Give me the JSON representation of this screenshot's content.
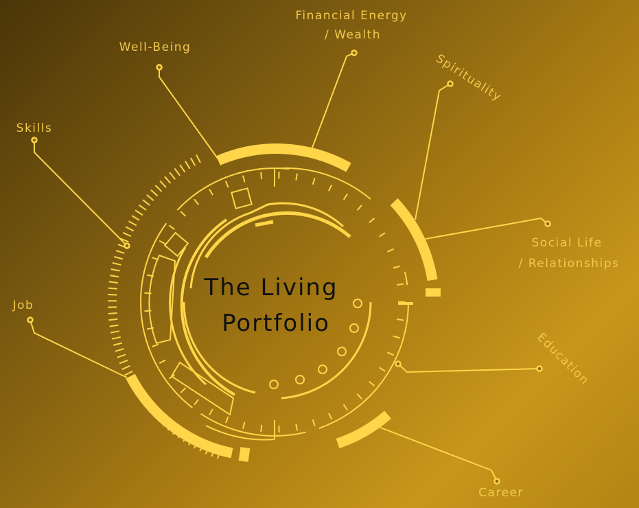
{
  "title_line1": "The Living",
  "title_line2": "Portfolio",
  "labels": {
    "financial_1": "Financial Energy",
    "financial_2": "/ Wealth",
    "wellbeing": "Well-Being",
    "skills": "Skills",
    "spirituality": "Spirituality",
    "social_1": "Social Life",
    "social_2": "/ Relationships",
    "job": "Job",
    "education": "Education",
    "career": "Career"
  },
  "colors": {
    "accent": "#ffd54a",
    "title": "#111111"
  }
}
